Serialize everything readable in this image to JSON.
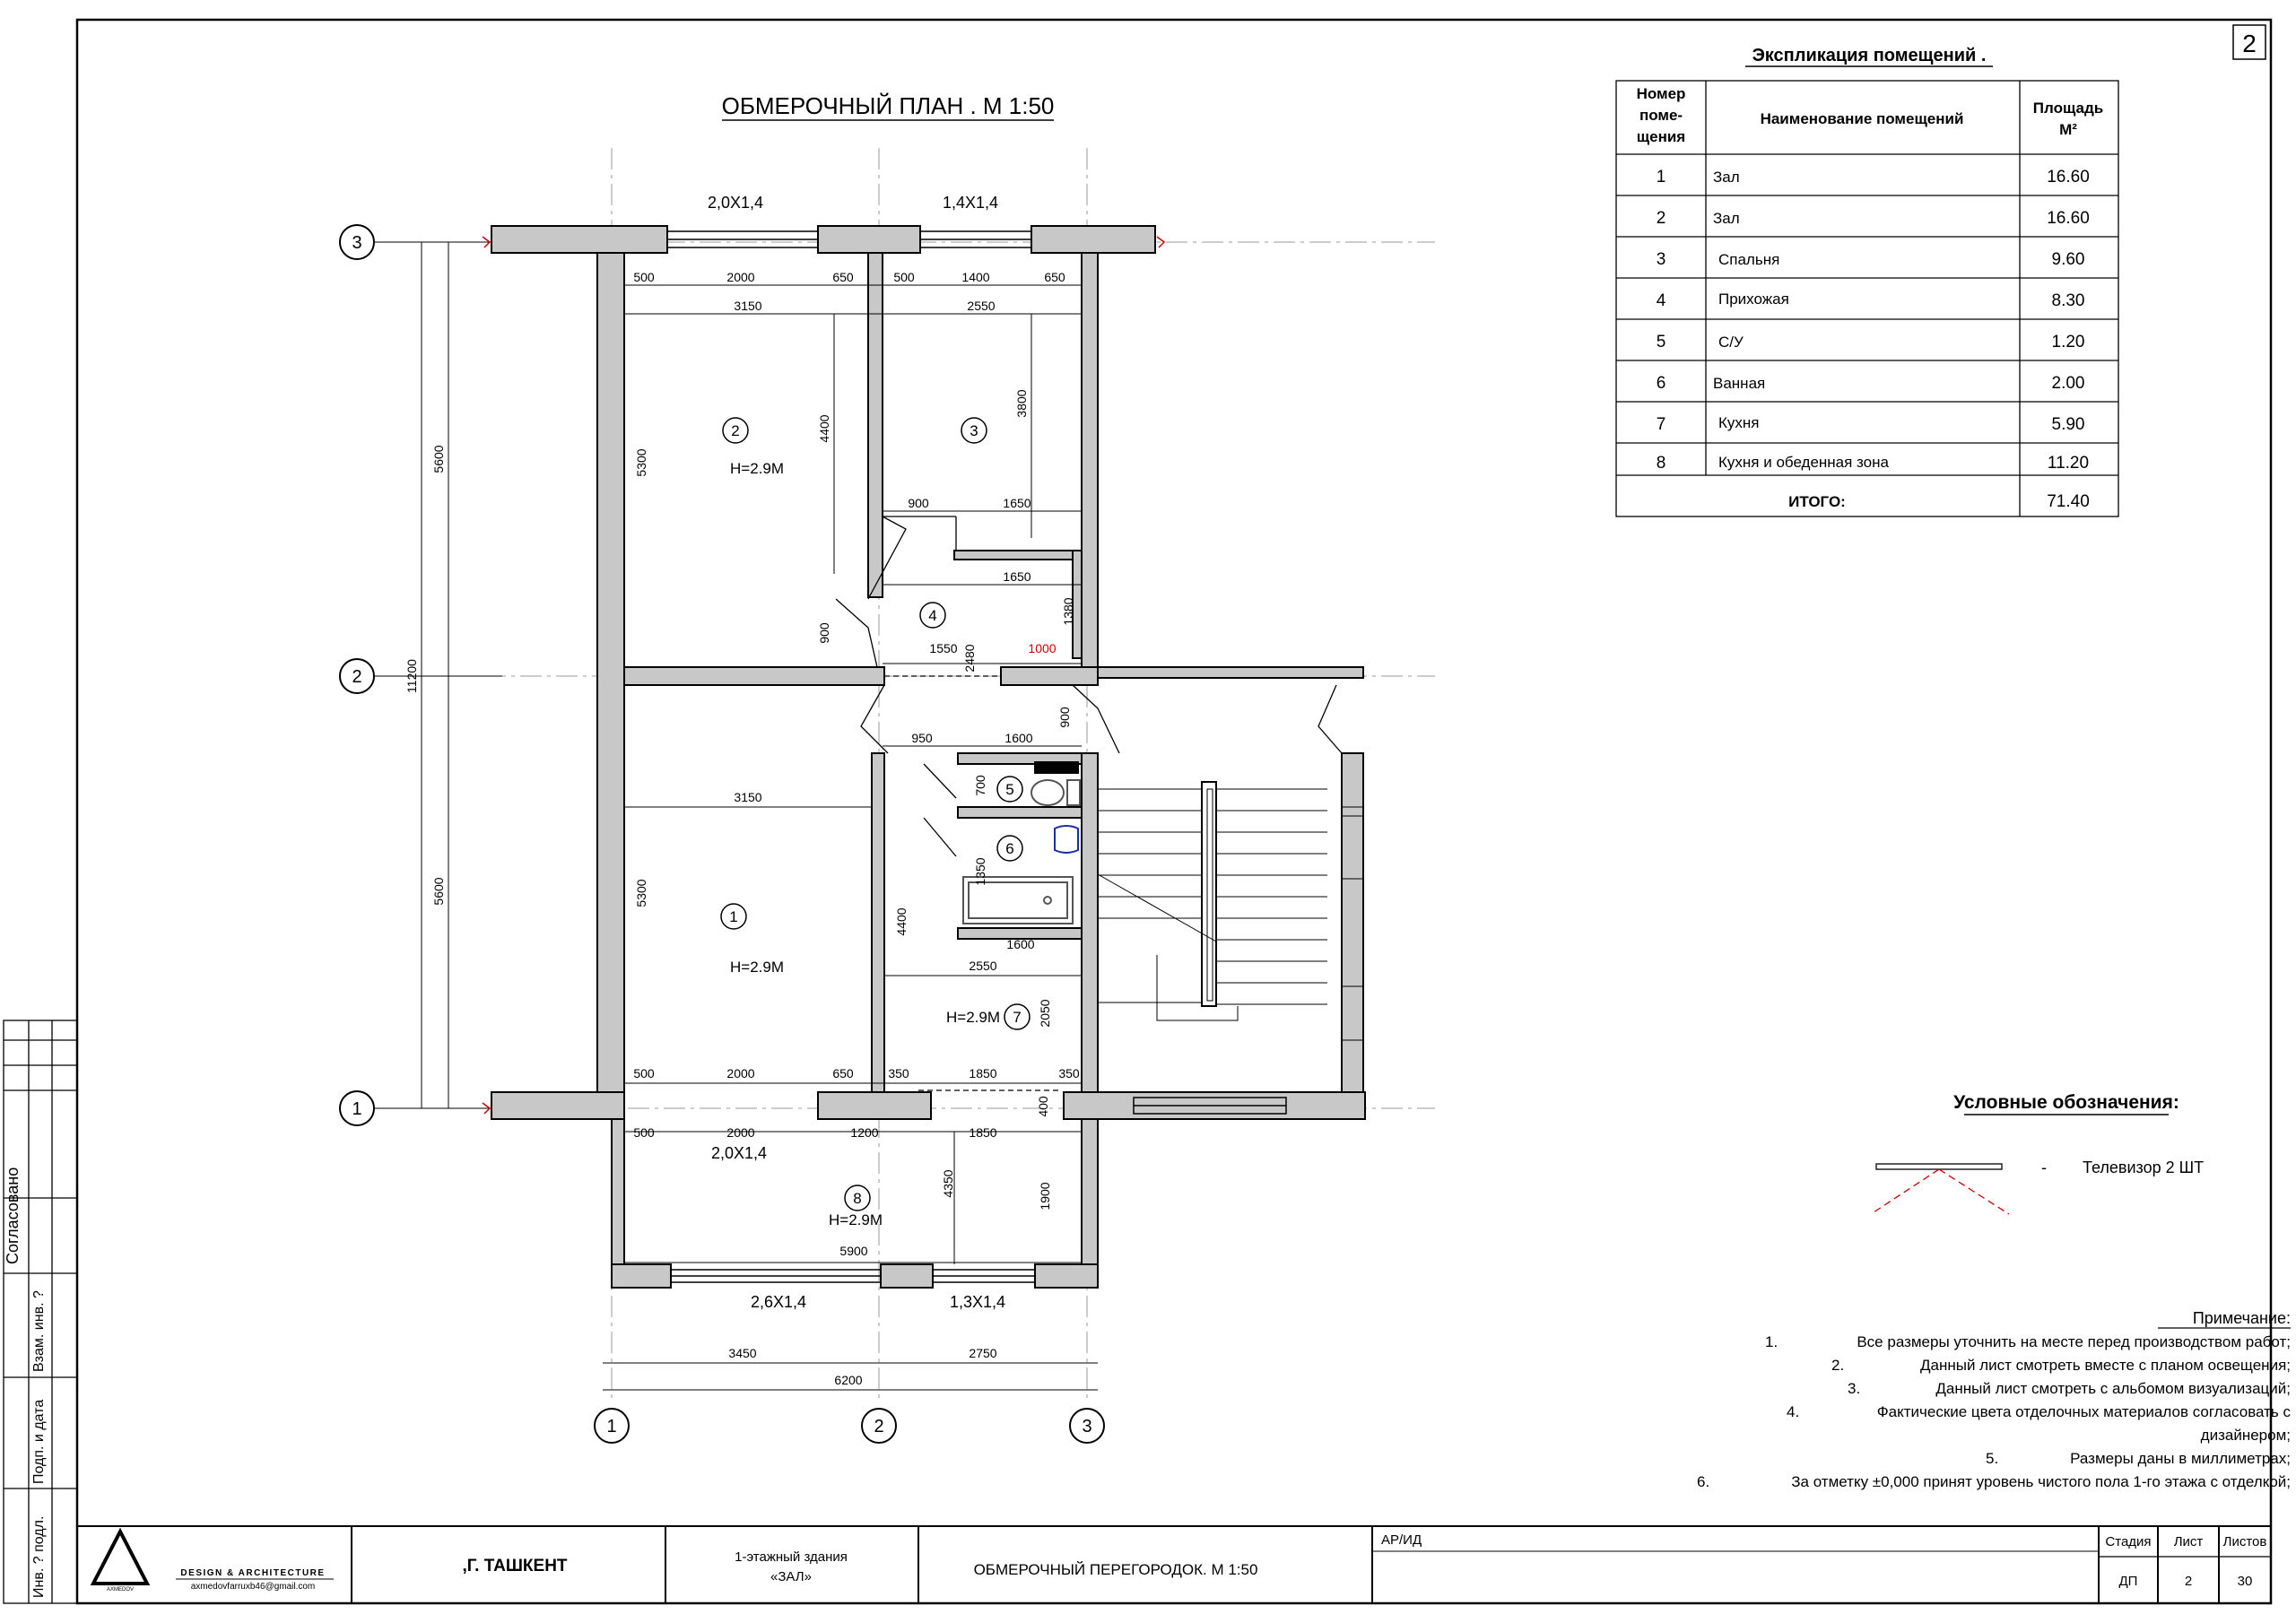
{
  "sheet_corner_number": "2",
  "plan_title": "ОБМЕРОЧНЫЙ ПЛАН . М 1:50",
  "axes": {
    "row_axes": [
      "3",
      "2",
      "1"
    ],
    "col_axes": [
      "1",
      "2",
      "3"
    ]
  },
  "windows": {
    "top_left": "2,0Х1,4",
    "top_right": "1,4Х1,4",
    "mid_left": "2,0Х1,4",
    "bottom_left": "2,6Х1,4",
    "bottom_right": "1,3Х1,4"
  },
  "dimensions": {
    "top_row1": [
      "500",
      "2000",
      "650",
      "500",
      "1400",
      "650"
    ],
    "top_row2": [
      "3150",
      "2550"
    ],
    "left_outer": [
      "5600",
      "5600"
    ],
    "left_total": "11200",
    "room2_height": "5300",
    "room2_inner": "4400",
    "room3_inner": "3800",
    "corridor_row": [
      "900",
      "1650"
    ],
    "corridor_row2": "1650",
    "dim_1380": "1380",
    "dim_900_left": "900",
    "dim_1550": "1550",
    "dim_2480": "2480",
    "dim_1000": "1000",
    "row_950_1600": [
      "950",
      "1600"
    ],
    "dim_900_right": "900",
    "dim_700": "700",
    "dim_1350": "1350",
    "room1_width": "3150",
    "room1_height": "5300",
    "room1_inner": "4400",
    "dim_1600_bath": "1600",
    "dim_2550_kitchen": "2550",
    "dim_2050": "2050",
    "bottom_row1": [
      "500",
      "2000",
      "650",
      "350",
      "1850",
      "350"
    ],
    "dim_400": "400",
    "bottom_row2": [
      "500",
      "2000",
      "1200",
      "1850"
    ],
    "dim_4350": "4350",
    "dim_1900": "1900",
    "dim_5900": "5900",
    "base_row1": [
      "3450",
      "2750"
    ],
    "base_total": "6200"
  },
  "rooms": [
    {
      "num": "2",
      "height": "H=2.9M"
    },
    {
      "num": "3",
      "height": ""
    },
    {
      "num": "4",
      "height": ""
    },
    {
      "num": "1",
      "height": "H=2.9M"
    },
    {
      "num": "5",
      "height": ""
    },
    {
      "num": "6",
      "height": ""
    },
    {
      "num": "7",
      "height": "H=2.9M"
    },
    {
      "num": "8",
      "height": "H=2.9M"
    }
  ],
  "explication": {
    "title": "Экспликация помещений .",
    "headers": {
      "num": [
        "Номер",
        "поме-",
        "щения"
      ],
      "name": "Наименование помещений",
      "area": [
        "Площадь",
        "М²"
      ]
    },
    "rows": [
      {
        "num": "1",
        "name": "Зал",
        "area": "16.60"
      },
      {
        "num": "2",
        "name": "Зал",
        "area": "16.60"
      },
      {
        "num": "3",
        "name": "Спальня",
        "area": "9.60"
      },
      {
        "num": "4",
        "name": "Прихожая",
        "area": "8.30"
      },
      {
        "num": "5",
        "name": "С/У",
        "area": "1.20"
      },
      {
        "num": "6",
        "name": "Ванная",
        "area": "2.00"
      },
      {
        "num": "7",
        "name": "Кухня",
        "area": "5.90"
      },
      {
        "num": "8",
        "name": "Кухня и обеденная зона",
        "area": "11.20"
      }
    ],
    "total_label": "ИТОГО:",
    "total_value": "71.40"
  },
  "legend": {
    "title": "Условные обозначения:",
    "dash": "-",
    "item": "Телевизор 2 ШТ"
  },
  "notes": {
    "title": "Примечание:",
    "items": [
      {
        "n": "1.",
        "text": "Все размеры уточнить на месте перед производством работ;"
      },
      {
        "n": "2.",
        "text": "Данный лист смотреть вместе с планом освещения;"
      },
      {
        "n": "3.",
        "text": "Данный лист смотреть с альбомом визуализаций;"
      },
      {
        "n": "4.",
        "text": "Фактические цвета отделочных материалов согласовать с"
      },
      {
        "n": "",
        "text": "дизайнером;"
      },
      {
        "n": "5.",
        "text": "Размеры даны в миллиметрах;"
      },
      {
        "n": "6.",
        "text": "За отметку ±0,000 принят уровень чистого пола 1-го этажа с отделкой;"
      }
    ]
  },
  "side_stamp": {
    "agreed": "Согласовано",
    "cells": [
      "Взам. инв. ?",
      "Подп. и дата",
      "Инв. ? подл."
    ]
  },
  "title_block": {
    "logo_line1": "DESIGN & ARCHITECTURE",
    "logo_line2": "axmedovfarruxb46@gmail.com",
    "logo_small": "AXMEDOV",
    "city": ",Г. ТАШКЕНТ",
    "building_line1": "1-этажный здания",
    "building_line2": "«ЗАЛ»",
    "sheet_name": "ОБМЕРОЧНЫЙ ПЕРЕГОРОДОК. М 1:50",
    "section": "АР/ИД",
    "stage_label": "Стадия",
    "sheet_label": "Лист",
    "sheets_label": "Листов",
    "stage": "ДП",
    "sheet": "2",
    "sheets": "30"
  },
  "colors": {
    "wall_fill": "#c8c8c8",
    "accent_red": "#cc0000",
    "fixture_blue": "#1a2ea8"
  }
}
